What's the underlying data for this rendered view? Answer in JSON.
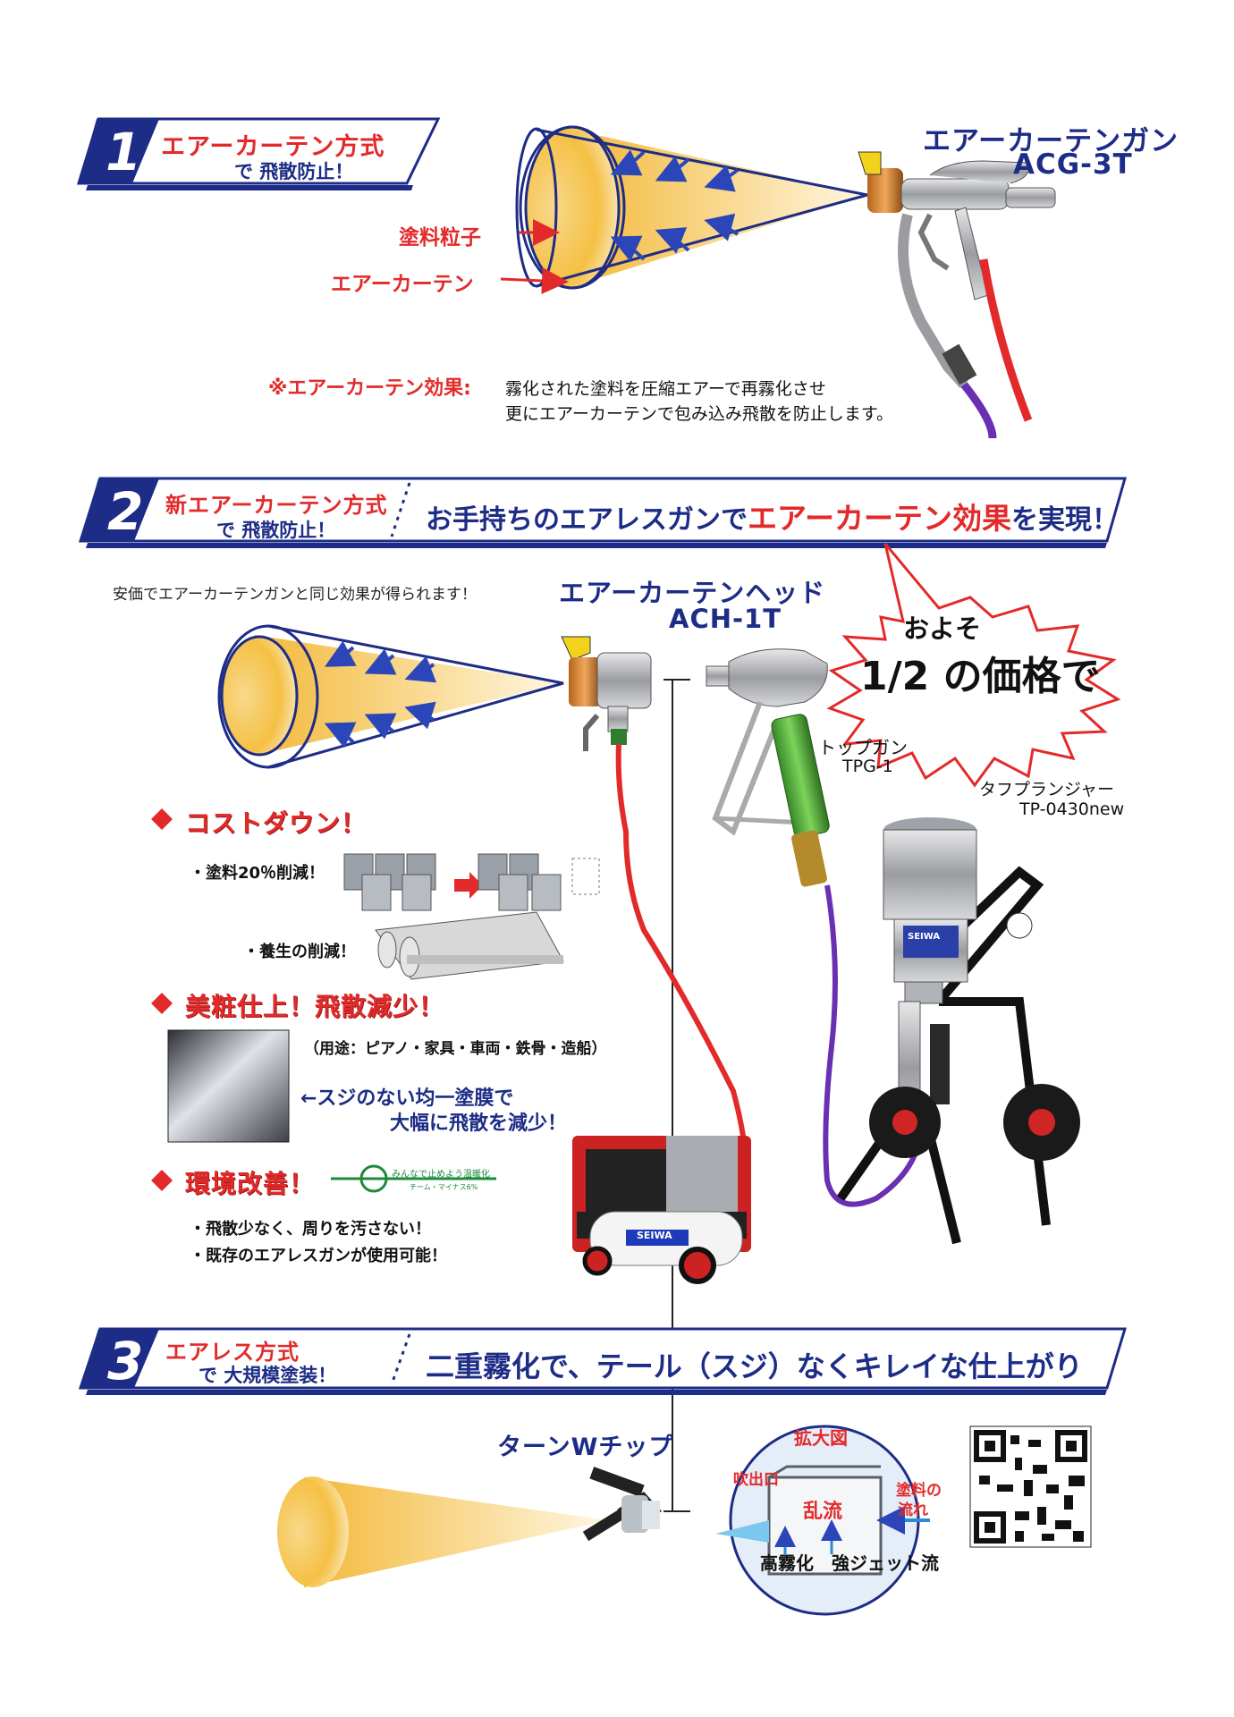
{
  "section1": {
    "number": "1",
    "title": "エアーカーテン方式",
    "subtitle": "で 飛散防止！",
    "product_name": "エアーカーテンガン",
    "product_model": "ACG-3T",
    "label_particles": "塗料粒子",
    "label_curtain": "エアーカーテン",
    "effect_label": "※エアーカーテン効果:",
    "effect_line1": "霧化された塗料を圧縮エアーで再霧化させ",
    "effect_line2": "更にエアーカーテンで包み込み飛散を防止します。"
  },
  "section2": {
    "number": "2",
    "title": "新エアーカーテン方式",
    "subtitle": "で 飛散防止！",
    "banner_part1": "お手持ちのエアレスガンで",
    "banner_part2": "エアーカーテン効果",
    "banner_part3": "を実現！",
    "intro": "安価でエアーカーテンガンと同じ効果が得られます！",
    "head_name": "エアーカーテンヘッド",
    "head_model": "ACH-1T",
    "burst_line1": "およそ",
    "burst_line2": "1/2 の価格で",
    "topgun_name": "トップガン",
    "topgun_model": "TPG-1",
    "plunger_name": "タフプランジャー",
    "plunger_model": "TP-0430new",
    "cost_heading": "コストダウン！",
    "cost_item1": "・塗料20％削減！",
    "cost_item2": "・養生の削減！",
    "finish_heading": "美粧仕上！飛散減少！",
    "finish_uses": "（用途：ピアノ・家具・車両・鉄骨・造船）",
    "finish_line1": "←スジのない均一塗膜で",
    "finish_line2": "大幅に飛散を減少！",
    "env_heading": "環境改善！",
    "env_logo_text": "みんなで止めよう温暖化",
    "env_logo_sub": "チーム・マイナス6%",
    "env_item1": "・飛散少なく、周りを汚さない！",
    "env_item2": "・既存のエアレスガンが使用可能！",
    "compressor_brand": "SEIWA",
    "plunger_brand": "SEIWA"
  },
  "section3": {
    "number": "3",
    "title": "エアレス方式",
    "subtitle": "で 大規模塗装！",
    "banner": "二重霧化で、テール（スジ）なくキレイな仕上がり",
    "tip_name": "ターンWチップ",
    "diagram_title": "拡大図",
    "diagram_outlet": "吹出口",
    "diagram_turbulence": "乱流",
    "diagram_flow_1": "塗料の",
    "diagram_flow_2": "流れ",
    "diagram_atomize": "高霧化",
    "diagram_jet": "強ジェット流"
  },
  "colors": {
    "navy": "#1d2c86",
    "red": "#e32a2a",
    "paint": "#f5c044"
  }
}
